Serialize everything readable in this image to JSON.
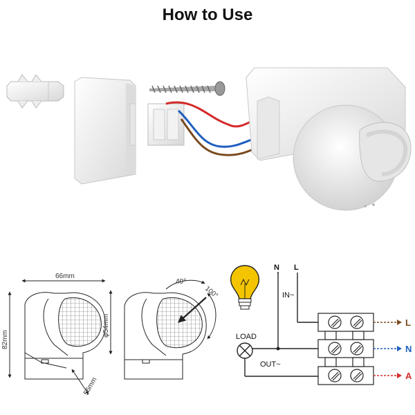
{
  "title": "How to Use",
  "dimensions": {
    "width": "66mm",
    "height": "82mm",
    "depth": "56mm",
    "diameter": "φ54mm",
    "angle_vertical": "40°",
    "angle_rotation": "100°"
  },
  "wiring": {
    "n_label": "N",
    "l_label": "L",
    "in_label": "IN~",
    "load_label": "LOAD",
    "out_label": "OUT~",
    "terminals": [
      {
        "label": "L",
        "color": "#7a4a1e"
      },
      {
        "label": "N",
        "color": "#1f5fbf"
      },
      {
        "label": "A",
        "color": "#d42a2a"
      }
    ]
  },
  "colors": {
    "bulb": "#f4c400",
    "wire_red": "#d42a2a",
    "wire_blue": "#1f5fbf",
    "wire_brown": "#7a4a1e"
  }
}
